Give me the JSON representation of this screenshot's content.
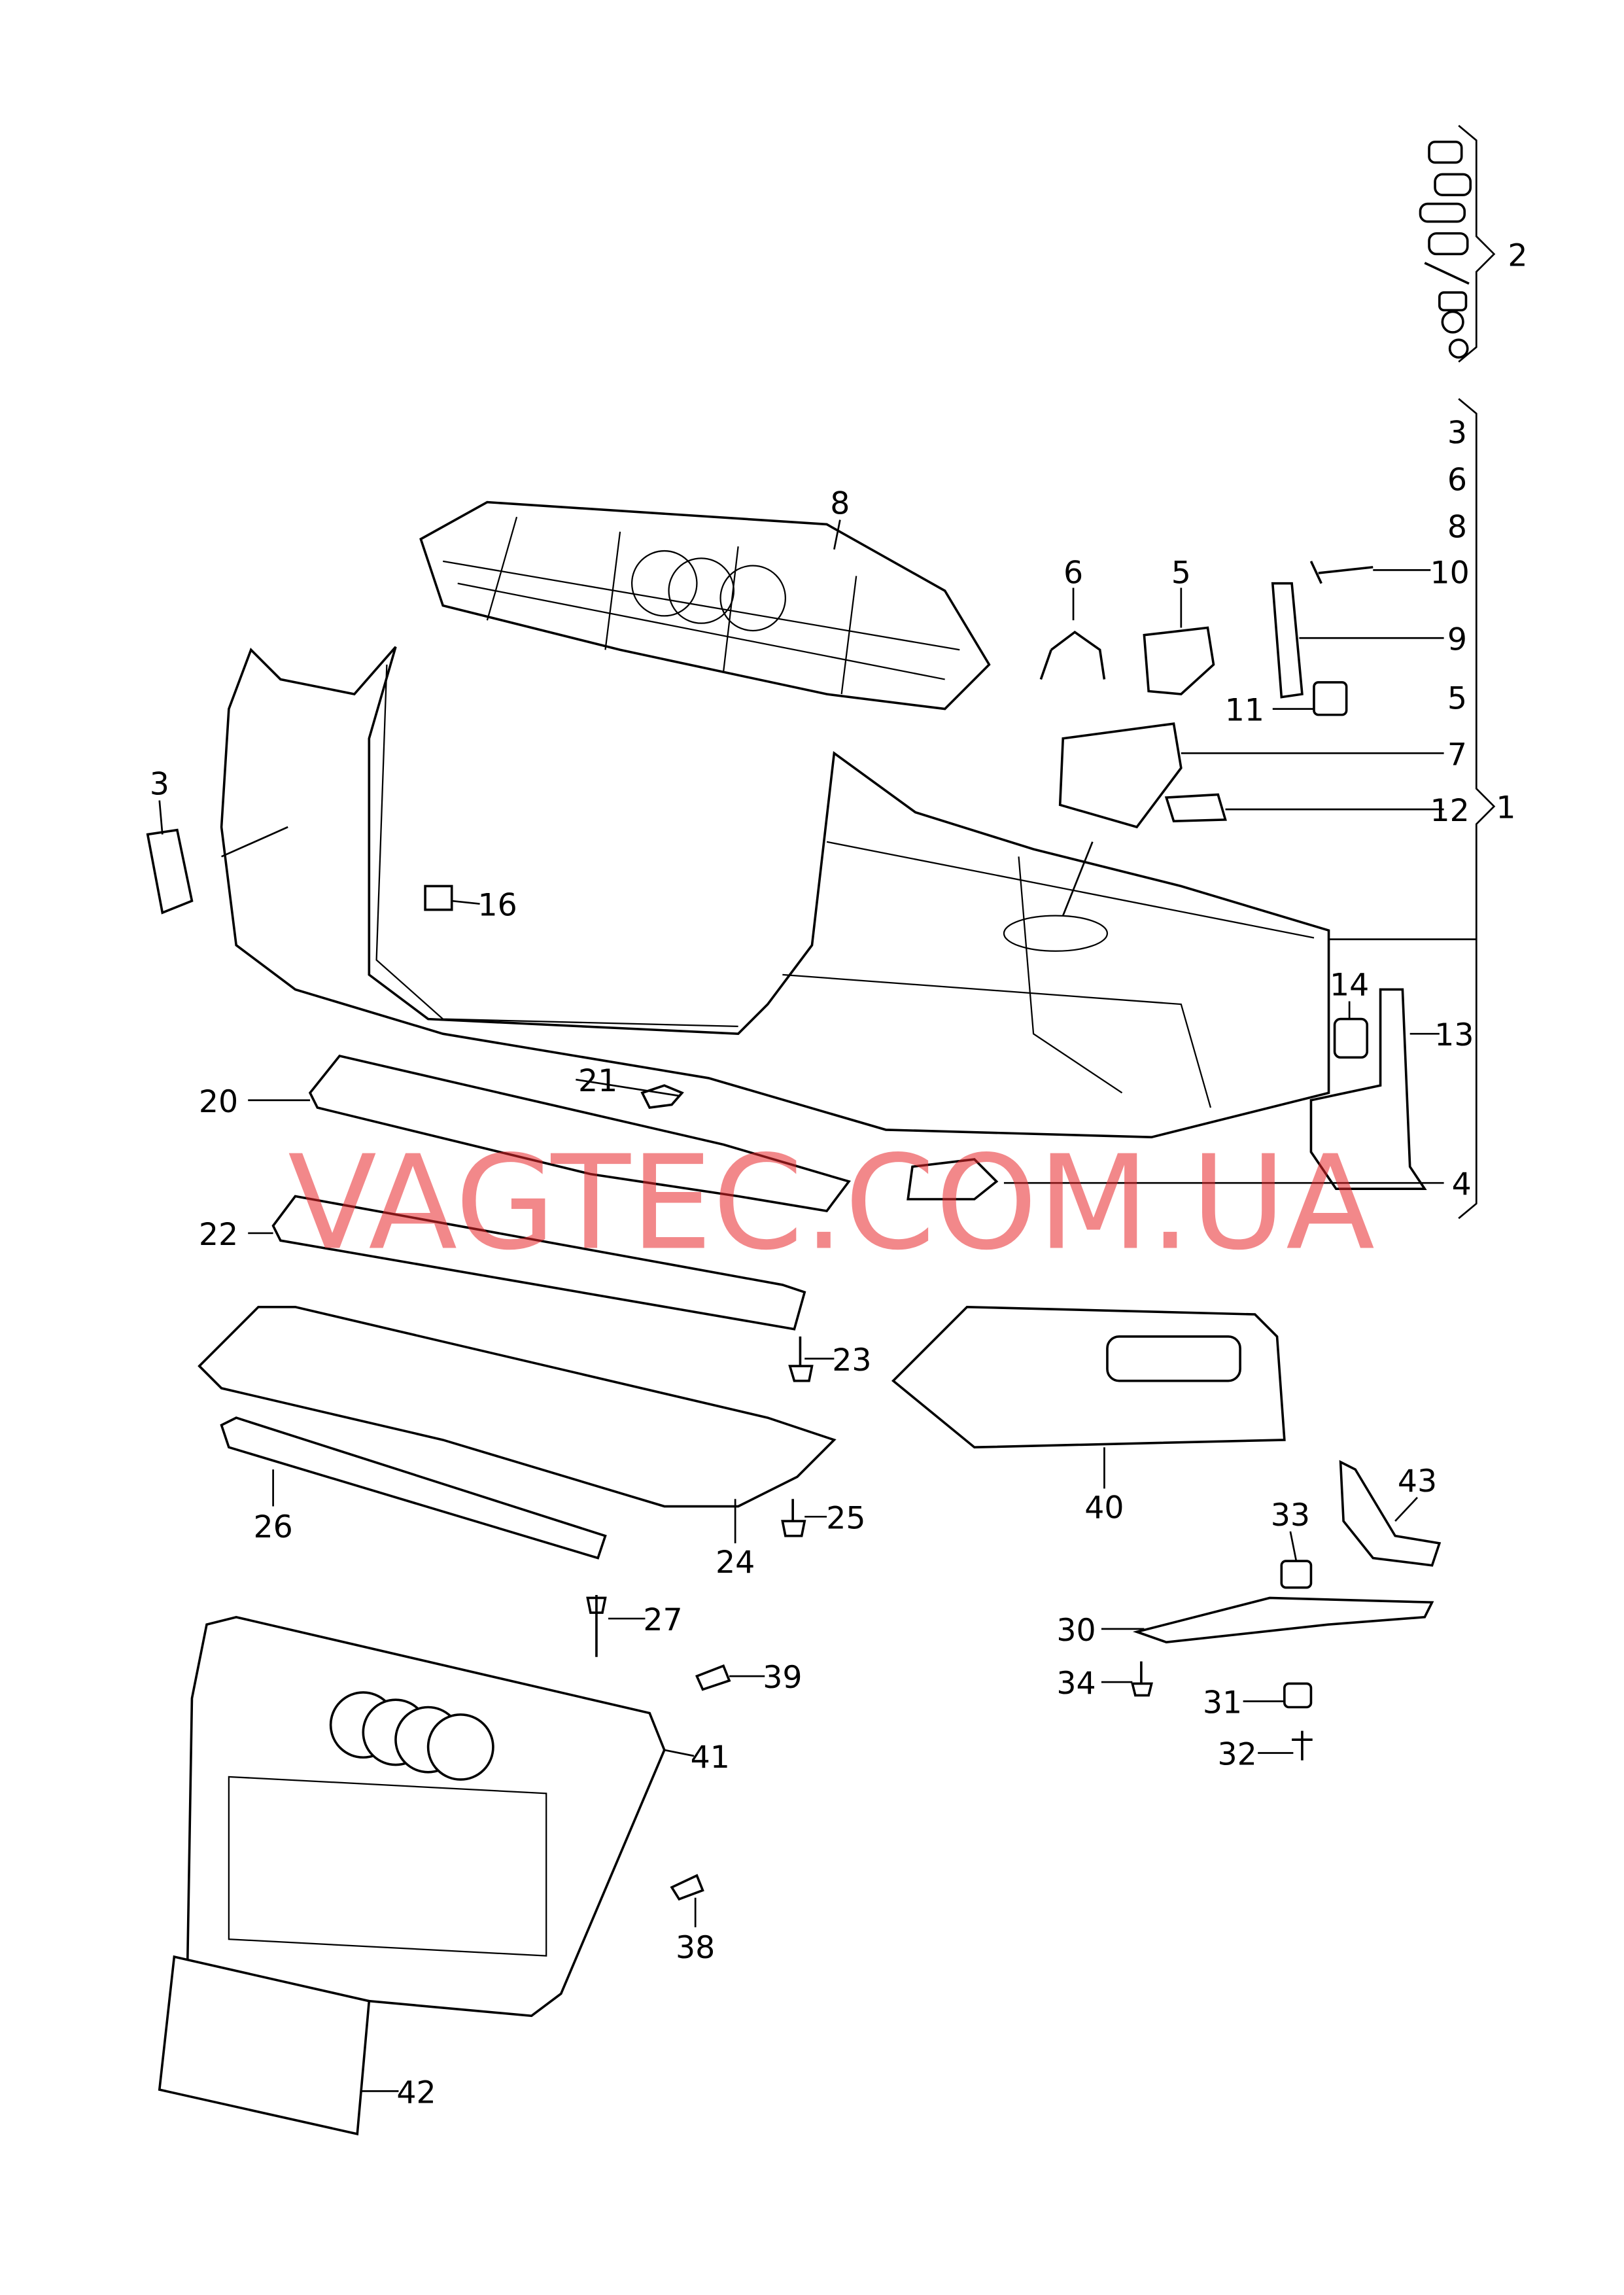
{
  "watermark": "VAGTEC.COM.UA",
  "callouts": {
    "c2": "2",
    "c3a": "3",
    "c6a": "6",
    "c8a": "8",
    "c10": "10",
    "c9": "9",
    "c5a": "5",
    "c7": "7",
    "c12": "12",
    "c1": "1",
    "c8": "8",
    "c6": "6",
    "c5": "5",
    "c11": "11",
    "c3": "3",
    "c16": "16",
    "c14": "14",
    "c13": "13",
    "c20": "20",
    "c21": "21",
    "c4": "4",
    "c22": "22",
    "c23": "23",
    "c40": "40",
    "c43": "43",
    "c33": "33",
    "c26": "26",
    "c25": "25",
    "c24": "24",
    "c27": "27",
    "c30": "30",
    "c39": "39",
    "c34": "34",
    "c31": "31",
    "c41": "41",
    "c32": "32",
    "c38": "38",
    "c42": "42"
  },
  "colors": {
    "watermark": "#e8262a",
    "lines": "#000000"
  }
}
